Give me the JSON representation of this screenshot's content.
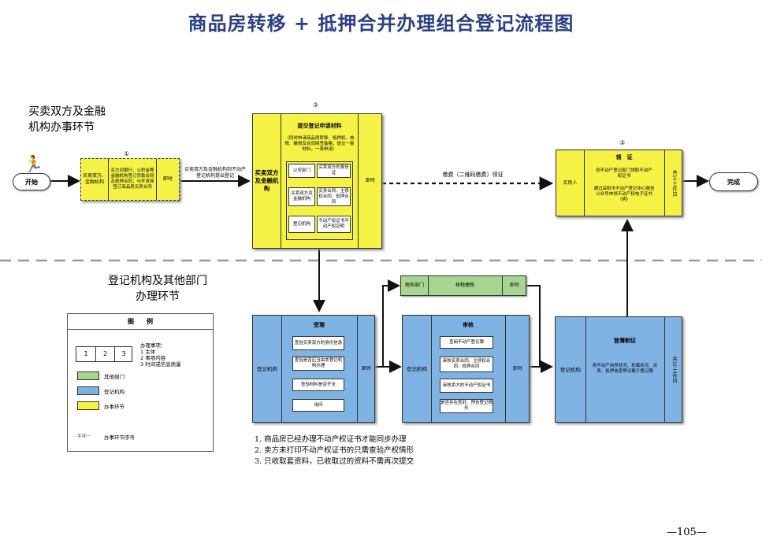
{
  "title": "商品房转移 + 抵押合并办理组合登记流程图",
  "section_top": [
    "买卖双方及金融",
    "机构办事环节"
  ],
  "section_bottom": [
    "登记机构及其他部门",
    "办理环节"
  ],
  "start": "开始",
  "end": "完成",
  "step1": {
    "num": "①",
    "actor": "买卖双方、金融机构",
    "content": "买方到银行、公积金等金融机构签订贷款合同及抵押合同；与开发商签订商品房买卖合同",
    "time": "即时"
  },
  "arrow1_label": "买卖双方及金融机构到不动产登记机构提出登记",
  "step2": {
    "num": "②",
    "actor": "买卖双方及金融机构",
    "heading": "提交登记申请材料",
    "desc": "（同时申请商品房转移、抵押权，核税、缴税及合同网签备案，提交一套材料，一表申请）",
    "rows": [
      {
        "left": "公安部门",
        "right": "买卖双方的身份证"
      },
      {
        "left": "买卖双方及金融机构",
        "right": "买卖合同、主债权合同、抵押合同"
      },
      {
        "left": "登记机构",
        "right": "不动产权证书不动产权证明"
      }
    ],
    "time": "即时"
  },
  "arrow2_label": "缴费（二维码缴费）领证",
  "step3": {
    "num": "③",
    "actor": "买房人",
    "heading": "领　证",
    "content1": "到不动产登记部门领取不动产权证书",
    "content2": "通过岳阳市不动产登记中心微信公众号申领不动产权电子证书（明）",
    "time": "共1个工作日"
  },
  "accept": {
    "actor": "登记机构",
    "heading": "受理",
    "items": [
      "查验买卖双方的身份信息",
      "查验是否应当由本登记机构办理",
      "查验材料是否齐全",
      "询问"
    ],
    "time": "即时"
  },
  "tax": {
    "actor": "税务部门",
    "content": "核税缴税",
    "time": "即时"
  },
  "review": {
    "actor": "登记机构",
    "heading": "审核",
    "items": [
      "查阅不动产登记簿",
      "审核买卖合同、主债权合同、抵押合同",
      "审核卖方的不动产权证书",
      "是否存在查封、预告登记情形"
    ],
    "time": "即时"
  },
  "register": {
    "actor": "登记机构",
    "heading": "登簿制证",
    "content": "将不动产自然状况、权属状况、买卖、抵押信息等记载于登记簿",
    "time": "共1个工作日"
  },
  "legend": {
    "title": "图　　例",
    "nums": [
      "1",
      "2",
      "3"
    ],
    "matters_title": "办理事项：",
    "matters": [
      "1 主体",
      "2 事项内容",
      "3 时间或信息质量"
    ],
    "items": [
      {
        "label": "其他部门",
        "color": "#a6d68f"
      },
      {
        "label": "登记机构",
        "color": "#7fb3e4"
      },
      {
        "label": "办事环节",
        "color": "#f5f245"
      }
    ],
    "seq_symbol": "①②···",
    "seq_label": "办事环节序号"
  },
  "notes": [
    "1. 商品房已经办理不动产权证书才能同步办理",
    "2. 卖方未打印不动产权证书的只需查验产权情形",
    "3. 只收取套资料，已收取过的资料不需再次提交"
  ],
  "page_number": "—105—",
  "colors": {
    "yellow": "#f5f245",
    "blue": "#7fb3e4",
    "green": "#a6d68f",
    "title": "#2a3f86"
  }
}
